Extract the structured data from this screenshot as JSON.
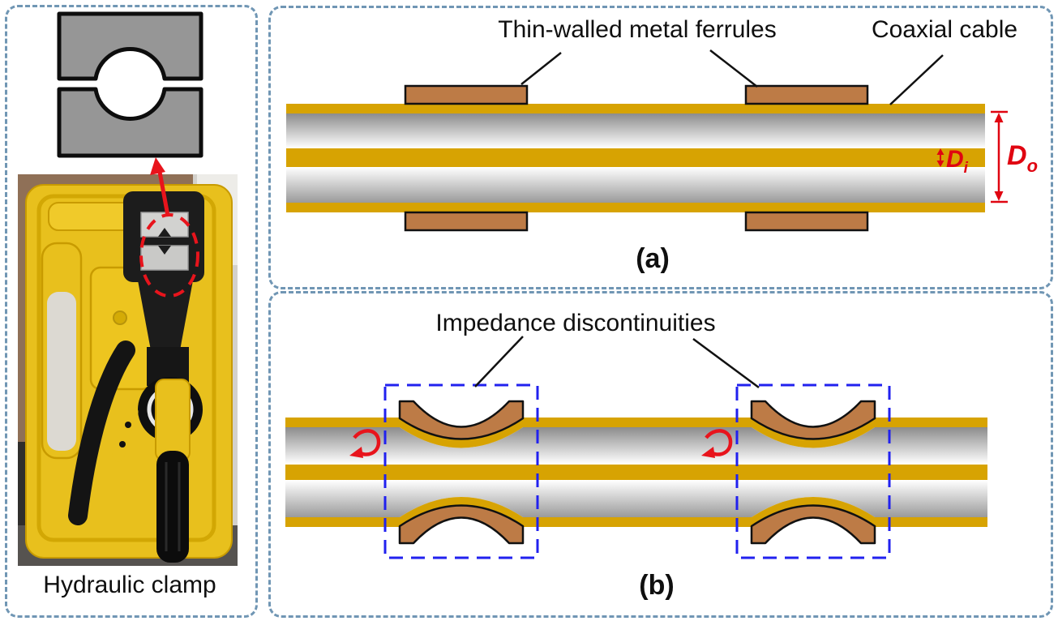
{
  "left_panel": {
    "caption": "Hydraulic clamp"
  },
  "panel_a": {
    "label": "(a)",
    "ferrules_label": "Thin-walled metal ferrules",
    "cable_label": "Coaxial cable",
    "inner_diameter": {
      "symbol": "D",
      "subscript": "i"
    },
    "outer_diameter": {
      "symbol": "D",
      "subscript": "o"
    }
  },
  "panel_b": {
    "label": "(b)",
    "discontinuity_label": "Impedance discontinuities"
  },
  "colors": {
    "conductor_gold": "#d7a302",
    "ferrule_brown": "#bd7b46",
    "annotation_red": "#e00511",
    "crimp_box_blue": "#2121ef",
    "panel_border_blue": "#7096b4",
    "clamp_gray": "#969696",
    "case_yellow": "#e8c01d"
  }
}
